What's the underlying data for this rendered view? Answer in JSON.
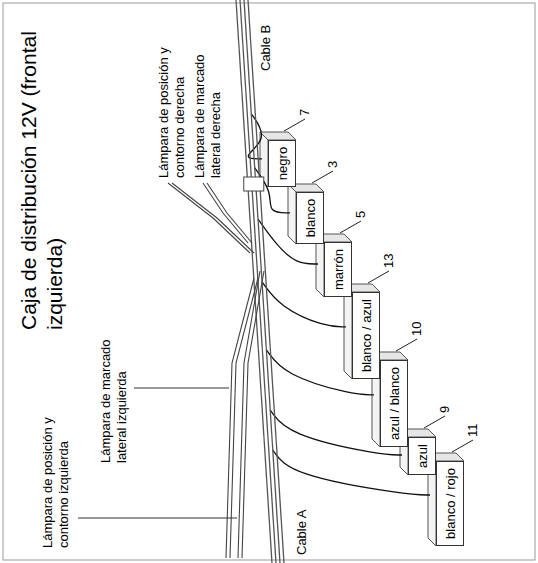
{
  "diagram": {
    "title": "Caja de distribución 12V (frontal izquierda)",
    "nodes": [
      {
        "text": [
          "negro"
        ]
      },
      {
        "text": [
          "blanco"
        ]
      },
      {
        "text": [
          "marrón"
        ]
      },
      {
        "text": [
          "blanco / azul"
        ]
      },
      {
        "text": [
          "azul / blanco"
        ]
      },
      {
        "text": [
          "azul"
        ]
      },
      {
        "text": [
          "blanco / rojo"
        ]
      }
    ],
    "labels": [
      "Lámpara de posición y contorno derecha",
      "Lámpara de marcado lateral derecha",
      "Lámpara de marcado lateral izquierda",
      "Lámpara de posición y contorno izquierda",
      "Cable A",
      "Cable B",
      "7",
      "3",
      "5",
      "13",
      "10",
      "9",
      "11"
    ]
  }
}
